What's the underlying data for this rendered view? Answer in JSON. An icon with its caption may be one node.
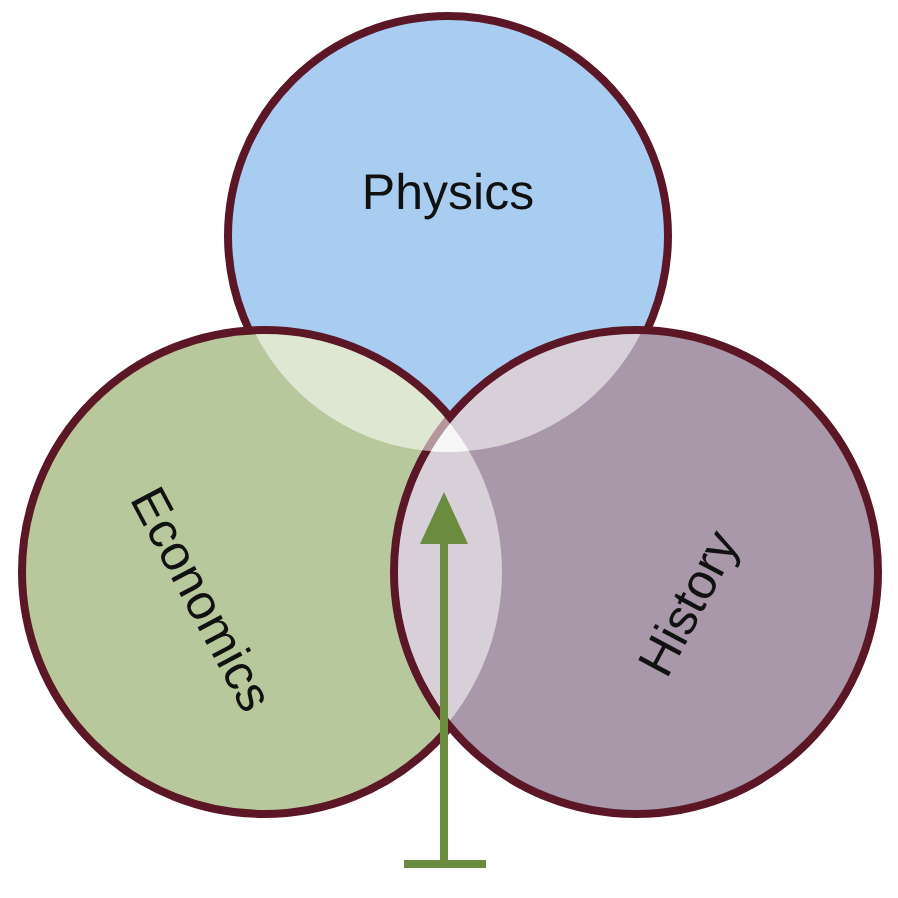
{
  "diagram": {
    "nodes": [
      {
        "text": [
          "Physics"
        ]
      },
      {
        "text": [
          "Economics"
        ]
      },
      {
        "text": [
          "History"
        ]
      }
    ]
  }
}
